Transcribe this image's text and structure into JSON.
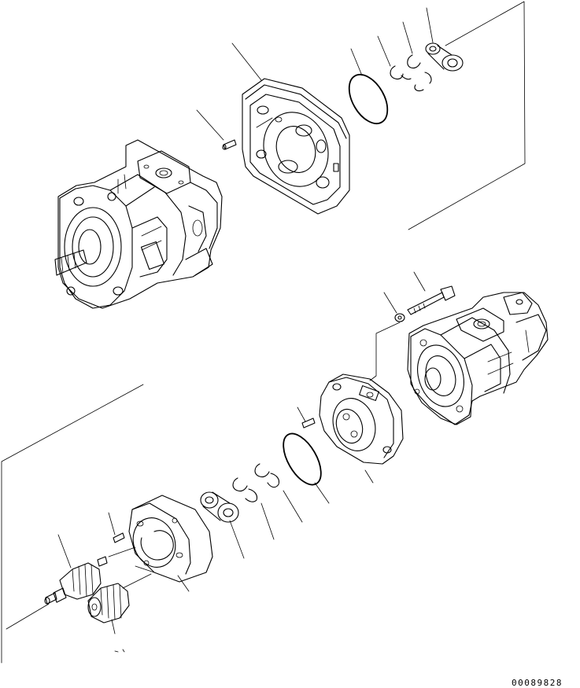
{
  "diagram": {
    "drawing_number": "00089828",
    "parts": [
      {
        "name": "upper-pump-housing"
      },
      {
        "name": "upper-plate"
      },
      {
        "name": "upper-pin"
      },
      {
        "name": "upper-o-ring"
      },
      {
        "name": "upper-backup-ring-1"
      },
      {
        "name": "upper-backup-ring-2"
      },
      {
        "name": "upper-seal"
      },
      {
        "name": "lower-pump-body"
      },
      {
        "name": "bolt"
      },
      {
        "name": "washer"
      },
      {
        "name": "lower-plate"
      },
      {
        "name": "lower-pin"
      },
      {
        "name": "lower-o-ring"
      },
      {
        "name": "lower-backup-ring-1"
      },
      {
        "name": "lower-backup-ring-2"
      },
      {
        "name": "lower-seal"
      },
      {
        "name": "gear-case"
      },
      {
        "name": "drive-gear"
      },
      {
        "name": "driven-gear"
      },
      {
        "name": "gear-pin"
      }
    ]
  }
}
